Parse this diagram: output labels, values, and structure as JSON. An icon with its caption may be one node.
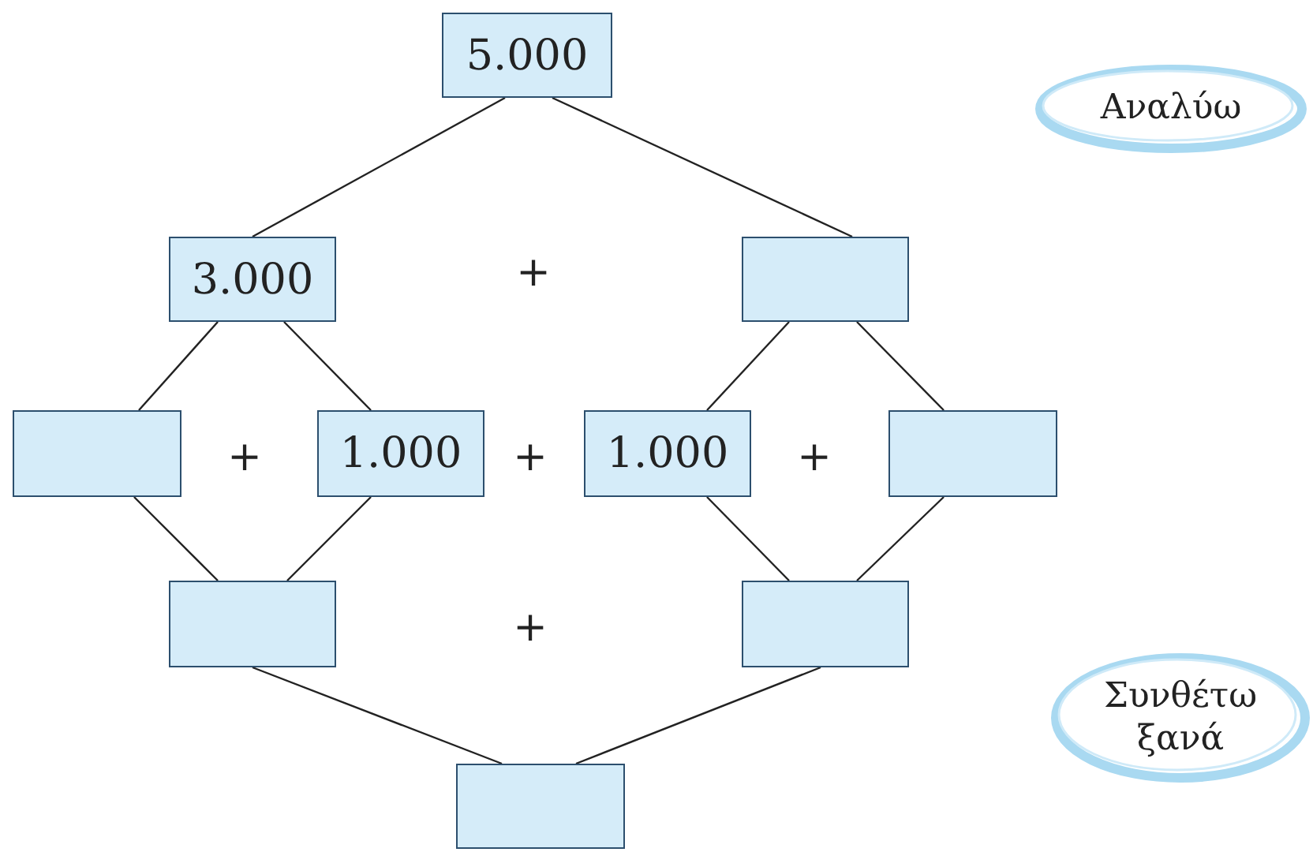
{
  "diagram": {
    "nodes": [
      {
        "text": [
          "5.000"
        ]
      },
      {
        "text": [
          "3.000"
        ]
      },
      {
        "text": [],
        "shape": "box"
      },
      {
        "text": [],
        "shape": "box"
      },
      {
        "text": [
          "1.000"
        ]
      },
      {
        "text": [
          "1.000"
        ]
      },
      {
        "text": [],
        "shape": "box"
      },
      {
        "text": [],
        "shape": "box"
      },
      {
        "text": [],
        "shape": "box"
      },
      {
        "text": [],
        "shape": "box"
      },
      {
        "text": [
          "Αναλύω"
        ]
      },
      {
        "text": [
          "Συνθέτω ξανά"
        ]
      }
    ],
    "edges": [
      {
        "from": 0,
        "to": 1,
        "arrow": "none"
      },
      {
        "from": 0,
        "to": 2,
        "arrow": "none"
      },
      {
        "from": 1,
        "to": 3,
        "arrow": "none"
      },
      {
        "from": 1,
        "to": 4,
        "arrow": "none"
      },
      {
        "from": 2,
        "to": 5,
        "arrow": "none"
      },
      {
        "from": 2,
        "to": 6,
        "arrow": "none"
      },
      {
        "from": 3,
        "to": 7,
        "arrow": "none"
      },
      {
        "from": 4,
        "to": 7,
        "arrow": "none"
      },
      {
        "from": 5,
        "to": 8,
        "arrow": "none"
      },
      {
        "from": 6,
        "to": 8,
        "arrow": "none"
      },
      {
        "from": 7,
        "to": 9,
        "arrow": "none"
      },
      {
        "from": 8,
        "to": 9,
        "arrow": "none"
      }
    ],
    "labels": [
      "+",
      "+",
      "+",
      "+",
      "+"
    ]
  }
}
